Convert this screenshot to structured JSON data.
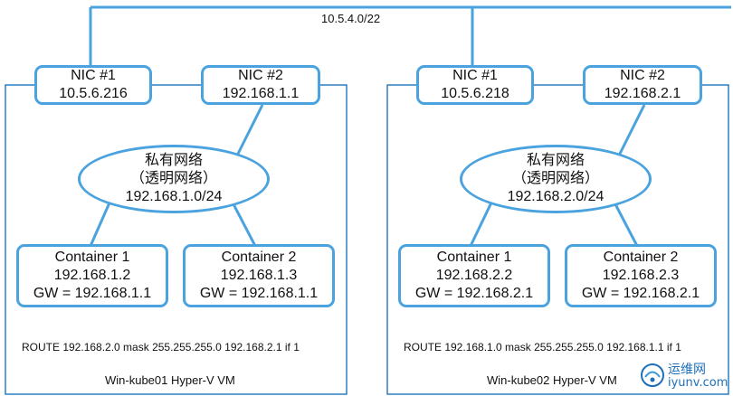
{
  "network": {
    "label": "10.5.4.0/22"
  },
  "hosts": [
    {
      "nic1": {
        "name": "NIC #1",
        "ip": "10.5.6.216"
      },
      "nic2": {
        "name": "NIC #2",
        "ip": "192.168.1.1"
      },
      "private_net": {
        "name": "私有网络",
        "type": "（透明网络）",
        "subnet": "192.168.1.0/24"
      },
      "containers": [
        {
          "name": "Container 1",
          "ip": "192.168.1.2",
          "gw": "GW = 192.168.1.1"
        },
        {
          "name": "Container 2",
          "ip": "192.168.1.3",
          "gw": "GW = 192.168.1.1"
        }
      ],
      "route": "ROUTE 192.168.2.0  mask 255.255.255.0  192.168.2.1  if 1",
      "vm_name": "Win-kube01 Hyper-V VM"
    },
    {
      "nic1": {
        "name": "NIC #1",
        "ip": "10.5.6.218"
      },
      "nic2": {
        "name": "NIC #2",
        "ip": "192.168.2.1"
      },
      "private_net": {
        "name": "私有网络",
        "type": "（透明网络）",
        "subnet": "192.168.2.0/24"
      },
      "containers": [
        {
          "name": "Container 1",
          "ip": "192.168.2.2",
          "gw": "GW = 192.168.2.1"
        },
        {
          "name": "Container 2",
          "ip": "192.168.2.3",
          "gw": "GW = 192.168.2.1"
        }
      ],
      "route": "ROUTE 192.168.1.0  mask 255.255.255.0  192.168.1.1  if 1",
      "vm_name": "Win-kube02 Hyper-V VM"
    }
  ],
  "watermark": {
    "cn": "运维网",
    "en": "iyunv.com"
  },
  "colors": {
    "line": "#4aa3df",
    "frame": "#2b7fc2",
    "text": "#111111"
  }
}
